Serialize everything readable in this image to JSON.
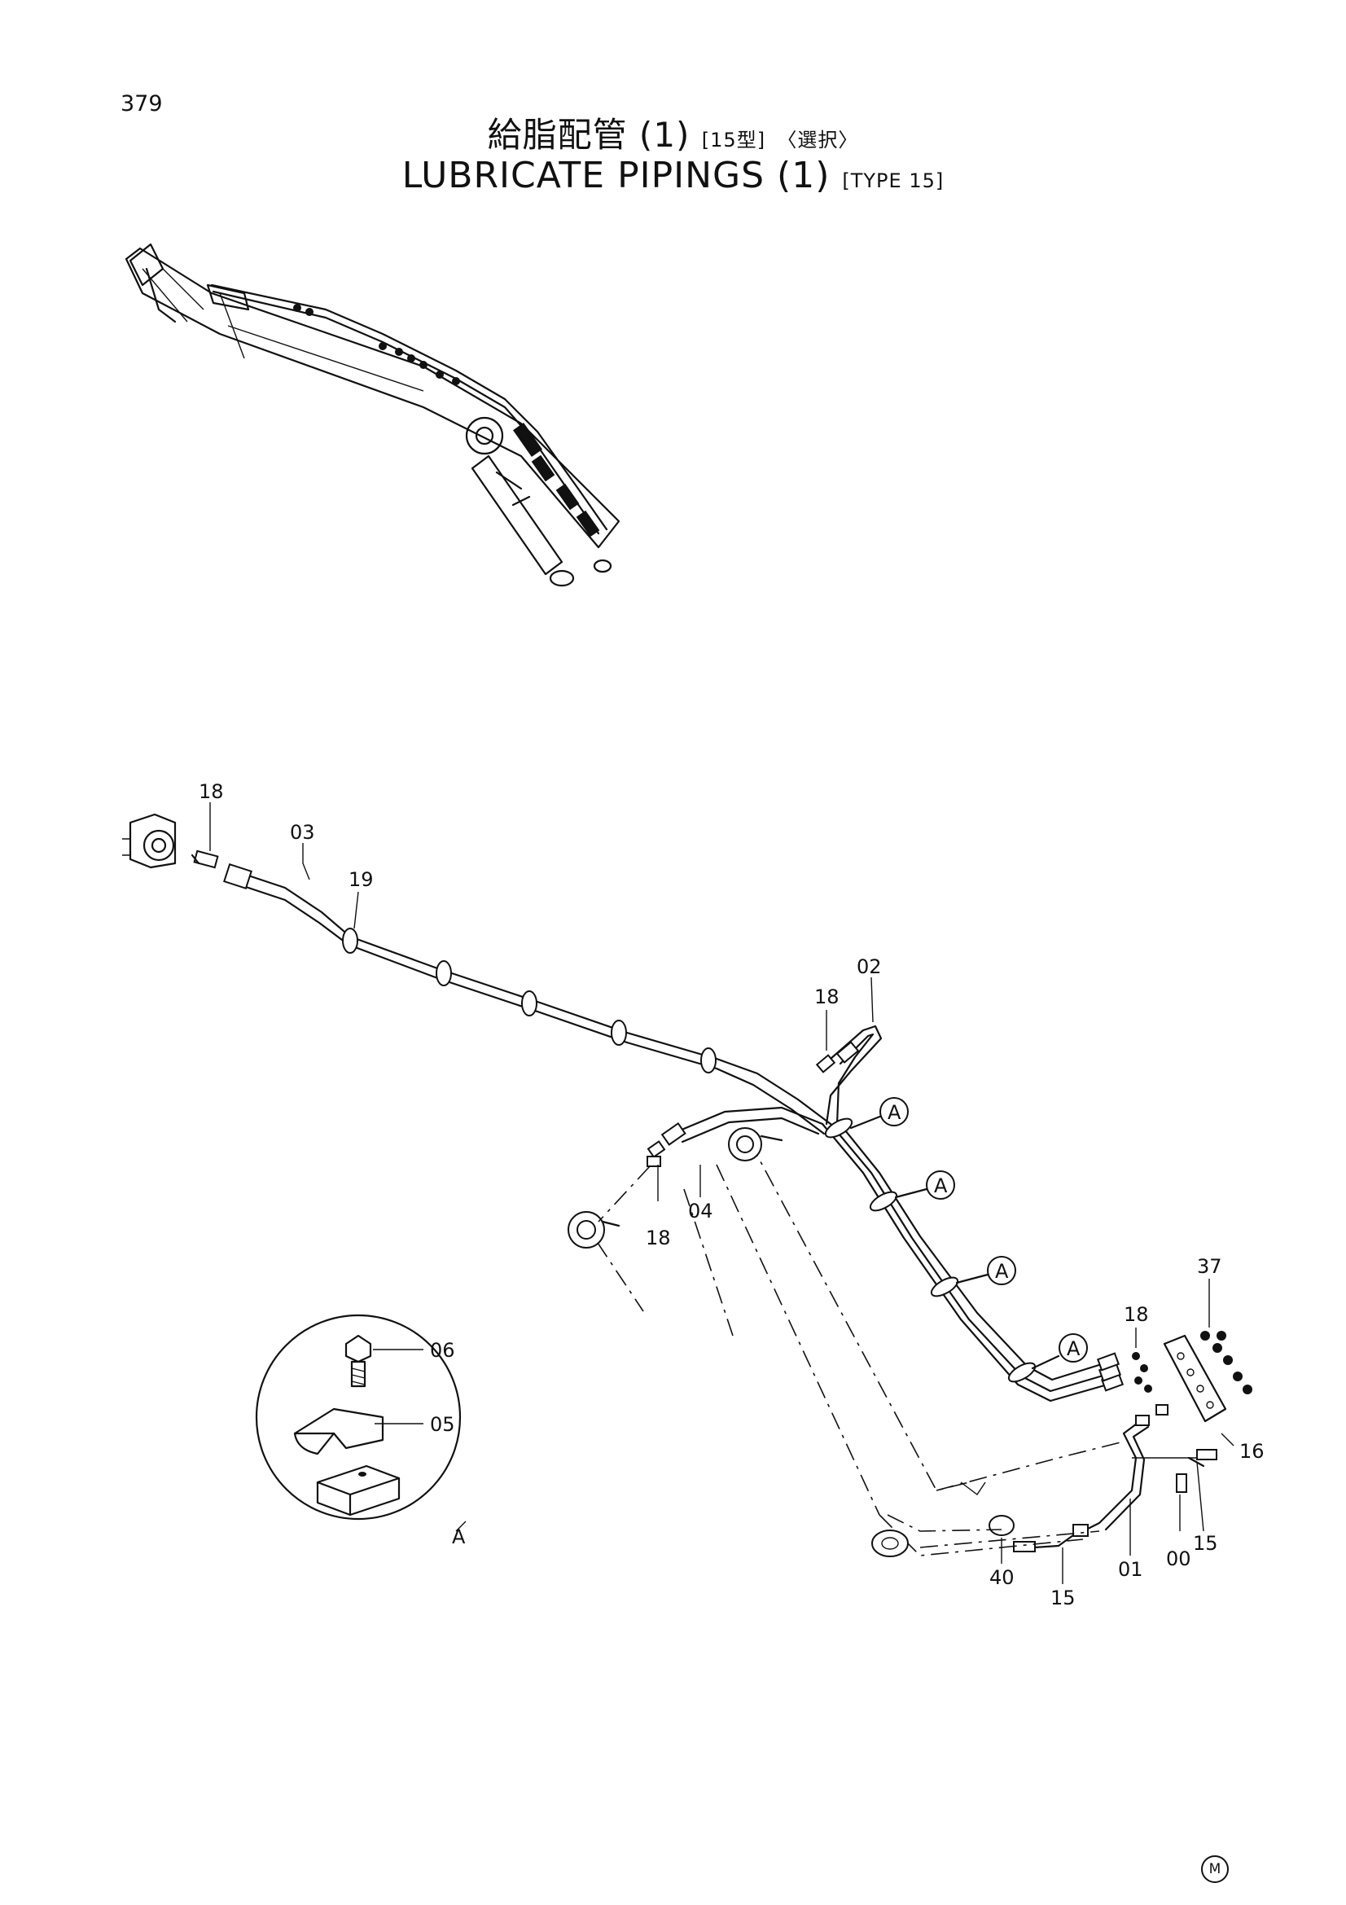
{
  "page_number": "379",
  "title_jp": "給脂配管 (1)",
  "title_jp_type": "[15型]",
  "title_jp_option": "〈選択〉",
  "title_en": "LUBRICATE PIPINGS (1)",
  "title_en_type": "[TYPE 15]",
  "detail_view_label": "A",
  "callout_a": "A",
  "parts": {
    "p18a": "18",
    "p03": "03",
    "p19": "19",
    "p02": "02",
    "p18b": "18",
    "p04": "04",
    "p18c": "18",
    "p06": "06",
    "p05": "05",
    "p37": "37",
    "p18d": "18",
    "p16": "16",
    "p15a": "15",
    "p00": "00",
    "p01": "01",
    "p15b": "15",
    "p40": "40"
  },
  "footer_mark": "M"
}
